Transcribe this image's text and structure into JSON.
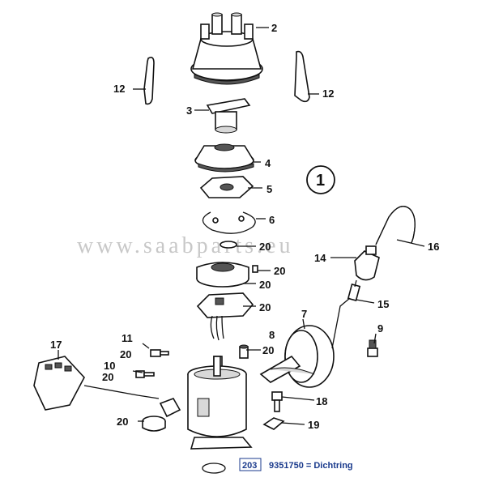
{
  "diagram": {
    "assembly_number": "1",
    "watermark": "www.saabparts.eu",
    "labels": {
      "l2": "2",
      "l12a": "12",
      "l12b": "12",
      "l3": "3",
      "l4": "4",
      "l5": "5",
      "l6": "6",
      "l20a": "20",
      "l20b": "20",
      "l20c": "20",
      "l20d": "20",
      "l14": "14",
      "l16": "16",
      "l15": "15",
      "l7": "7",
      "l8": "8",
      "l20e": "20",
      "l9": "9",
      "l11": "11",
      "l20f": "20",
      "l10": "10",
      "l20g": "20",
      "l17": "17",
      "l18": "18",
      "l20h": "20",
      "l19": "19"
    },
    "footnote": {
      "code": "203",
      "text": "9351750 = Dichtring"
    }
  }
}
